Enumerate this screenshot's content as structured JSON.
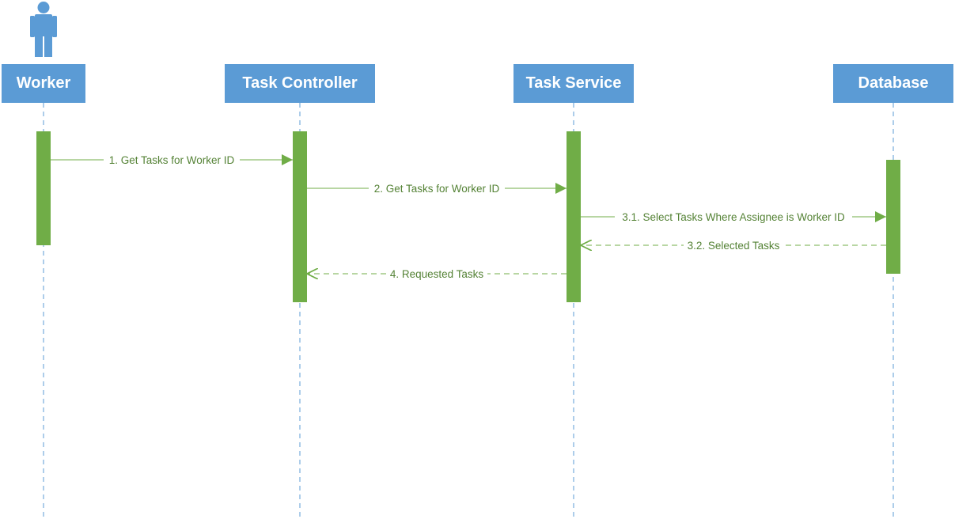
{
  "colors": {
    "participant_fill": "#5b9bd5",
    "participant_text": "#ffffff",
    "lifeline": "#5b9bd5",
    "activation": "#70ad47",
    "message": "#70ad47",
    "message_text": "#548235",
    "actor_icon": "#5b9bd5"
  },
  "participants": [
    {
      "id": "worker",
      "label": "Worker",
      "icon": "person-icon"
    },
    {
      "id": "task-controller",
      "label": "Task Controller"
    },
    {
      "id": "task-service",
      "label": "Task Service"
    },
    {
      "id": "database",
      "label": "Database"
    }
  ],
  "messages": [
    {
      "label": "1. Get Tasks for Worker ID",
      "from": "worker",
      "to": "task-controller",
      "kind": "call"
    },
    {
      "label": "2. Get Tasks for Worker ID",
      "from": "task-controller",
      "to": "task-service",
      "kind": "call"
    },
    {
      "label": "3.1. Select Tasks Where Assignee is Worker ID",
      "from": "task-service",
      "to": "database",
      "kind": "call"
    },
    {
      "label": "3.2. Selected Tasks",
      "from": "database",
      "to": "task-service",
      "kind": "return"
    },
    {
      "label": "4. Requested Tasks",
      "from": "task-service",
      "to": "task-controller",
      "kind": "return"
    }
  ]
}
